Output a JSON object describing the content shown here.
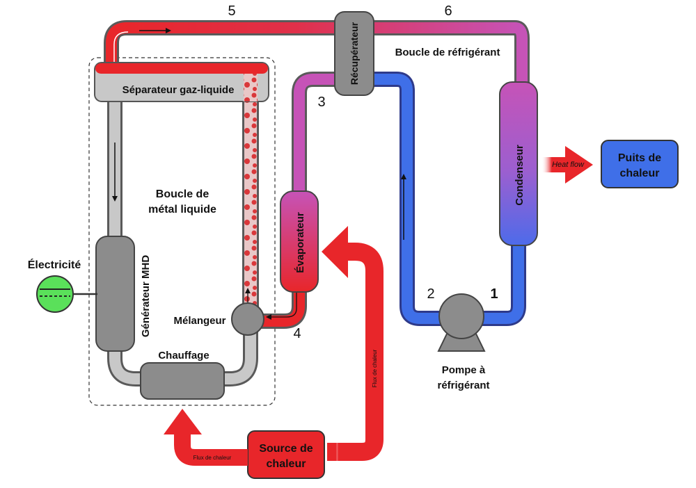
{
  "labels": {
    "num_5": "5",
    "num_6": "6",
    "num_3": "3",
    "num_4": "4",
    "num_2": "2",
    "num_1": "1",
    "separator": "Séparateur gaz-liquide",
    "metal_loop_line1": "Boucle de",
    "metal_loop_line2": "métal liquide",
    "refrigerant_loop": "Boucle de réfrigérant",
    "recuperator": "Récupérateur",
    "condenser": "Condenseur",
    "evaporator": "Évaporateur",
    "mhd_generator": "Générateur MHD",
    "electricity": "Électricité",
    "mixer": "Mélangeur",
    "heater": "Chauffage",
    "pump_line1": "Pompe à",
    "pump_line2": "réfrigérant",
    "heat_source_line1": "Source de",
    "heat_source_line2": "chaleur",
    "heat_sink_line1": "Puits de",
    "heat_sink_line2": "chaleur",
    "heat_flow": "Heat flow",
    "heat_flux_left": "Flux de chaleur",
    "heat_flux_vertical": "Flux de chaleur"
  },
  "colors": {
    "hot_red": "#e8262a",
    "magenta": "#c653b7",
    "cold_blue": "#3f6fe8",
    "component_gray": "#8c8c8c",
    "pipe_gray": "#c8c8c8",
    "electric_green": "#5ae05a"
  }
}
